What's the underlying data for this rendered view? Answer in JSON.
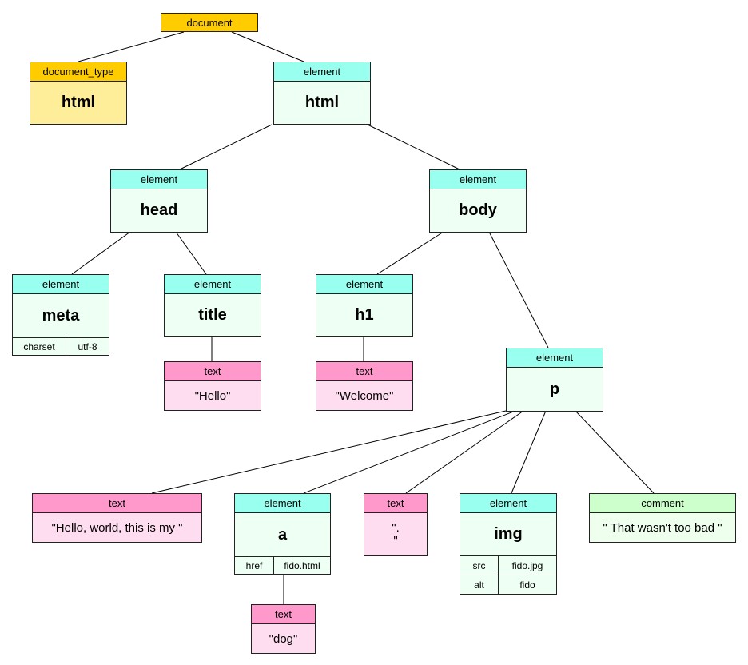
{
  "colors": {
    "document_header": "#ffcc00",
    "doctype_body": "#ffee99",
    "element_header": "#99ffee",
    "element_body": "#eefff3",
    "text_header": "#ff99cc",
    "text_body": "#ffddf0",
    "comment_header": "#ccffcc",
    "comment_body": "#eeffee"
  },
  "nodes": {
    "document": {
      "type": "document"
    },
    "doctype": {
      "type": "document_type",
      "content": "html"
    },
    "html": {
      "type": "element",
      "content": "html"
    },
    "head": {
      "type": "element",
      "content": "head"
    },
    "body": {
      "type": "element",
      "content": "body"
    },
    "meta": {
      "type": "element",
      "content": "meta",
      "attrs": [
        {
          "name": "charset",
          "value": "utf-8"
        }
      ]
    },
    "title": {
      "type": "element",
      "content": "title"
    },
    "title_text": {
      "type": "text",
      "content": "\"Hello\""
    },
    "h1": {
      "type": "element",
      "content": "h1"
    },
    "h1_text": {
      "type": "text",
      "content": "\"Welcome\""
    },
    "p": {
      "type": "element",
      "content": "p"
    },
    "p_text1": {
      "type": "text",
      "content": "\"Hello, world, this is my \""
    },
    "a": {
      "type": "element",
      "content": "a",
      "attrs": [
        {
          "name": "href",
          "value": "fido.html"
        }
      ]
    },
    "a_text": {
      "type": "text",
      "content": "\"dog\""
    },
    "p_text2": {
      "type": "text",
      "content": "\".\n\""
    },
    "img": {
      "type": "element",
      "content": "img",
      "attrs": [
        {
          "name": "src",
          "value": "fido.jpg"
        },
        {
          "name": "alt",
          "value": "fido"
        }
      ]
    },
    "comment": {
      "type": "comment",
      "content": "\" That wasn't too bad \""
    }
  },
  "edges": [
    [
      "document",
      "doctype"
    ],
    [
      "document",
      "html"
    ],
    [
      "html",
      "head"
    ],
    [
      "html",
      "body"
    ],
    [
      "head",
      "meta"
    ],
    [
      "head",
      "title"
    ],
    [
      "title",
      "title_text"
    ],
    [
      "body",
      "h1"
    ],
    [
      "body",
      "p"
    ],
    [
      "h1",
      "h1_text"
    ],
    [
      "p",
      "p_text1"
    ],
    [
      "p",
      "a"
    ],
    [
      "p",
      "p_text2"
    ],
    [
      "p",
      "img"
    ],
    [
      "p",
      "comment"
    ],
    [
      "a",
      "a_text"
    ]
  ]
}
